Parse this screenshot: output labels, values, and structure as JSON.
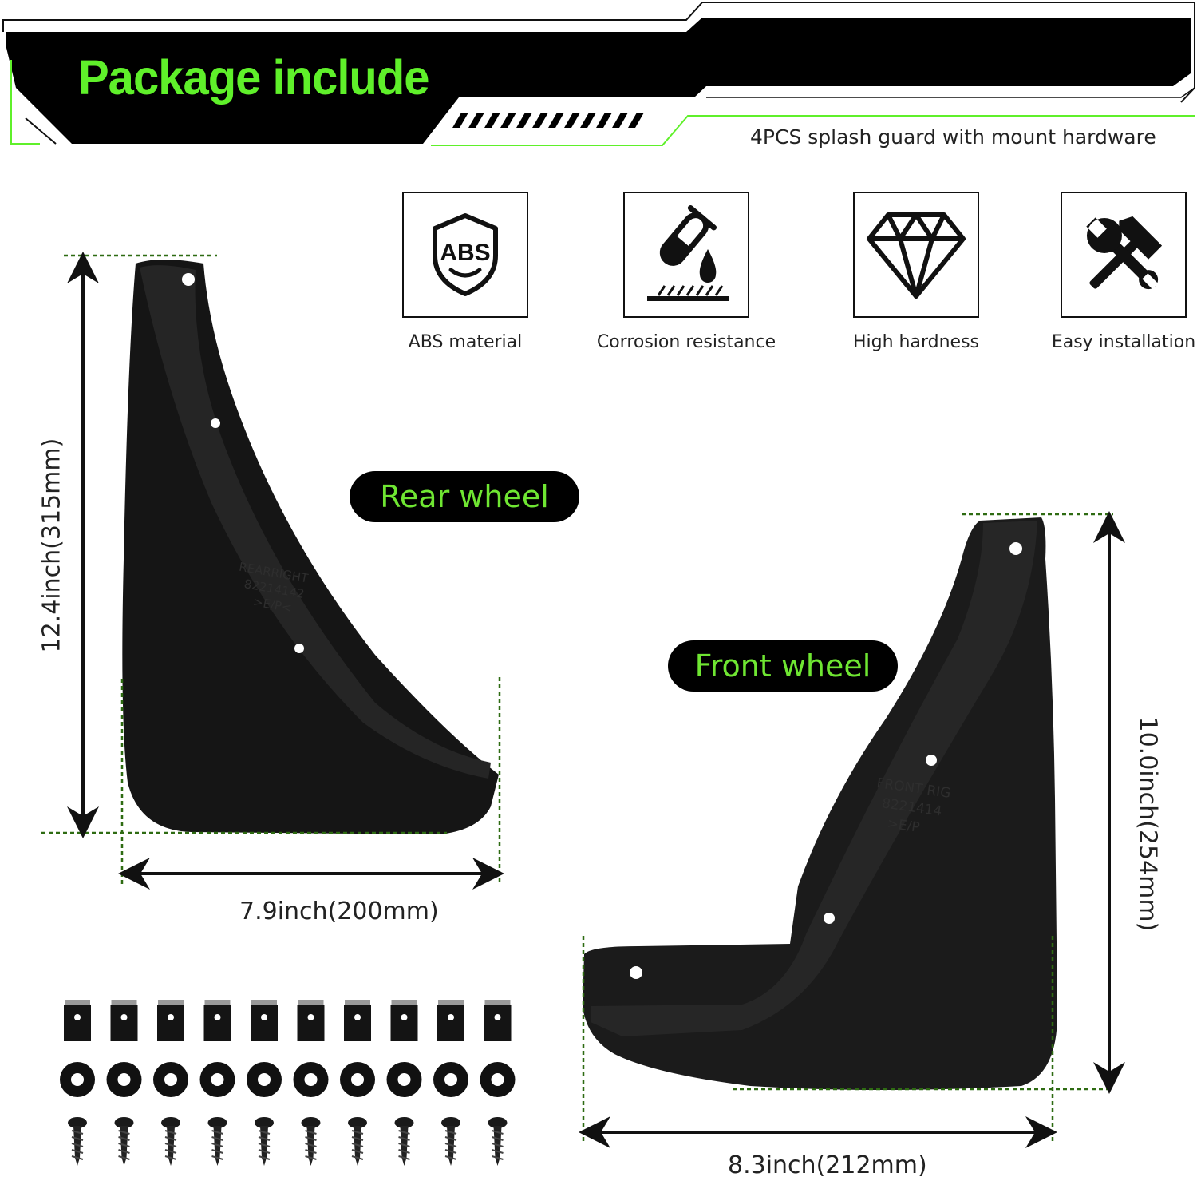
{
  "header": {
    "title": "Package include",
    "subtitle": "4PCS splash guard with mount hardware"
  },
  "features": [
    {
      "icon": "abs-shield-icon",
      "badge": "ABS",
      "label": "ABS material"
    },
    {
      "icon": "corrosion-drop-icon",
      "label": "Corrosion resistance"
    },
    {
      "icon": "diamond-icon",
      "label": "High hardness"
    },
    {
      "icon": "tools-icon",
      "label": "Easy installation"
    }
  ],
  "rear": {
    "label": "Rear wheel",
    "height": "12.4inch(315mm)",
    "width": "7.9inch(200mm)",
    "embossed": [
      "REARRIGHT",
      "82214142",
      ">E/P<"
    ]
  },
  "front": {
    "label": "Front wheel",
    "height": "10.0inch(254mm)",
    "width": "8.3inch(212mm)",
    "embossed": [
      "FRONT RIG",
      "8221414",
      ">E/P"
    ]
  },
  "colors": {
    "accent_green": "#5ff02a",
    "dimension_green": "#2e6b12",
    "black": "#000000"
  }
}
